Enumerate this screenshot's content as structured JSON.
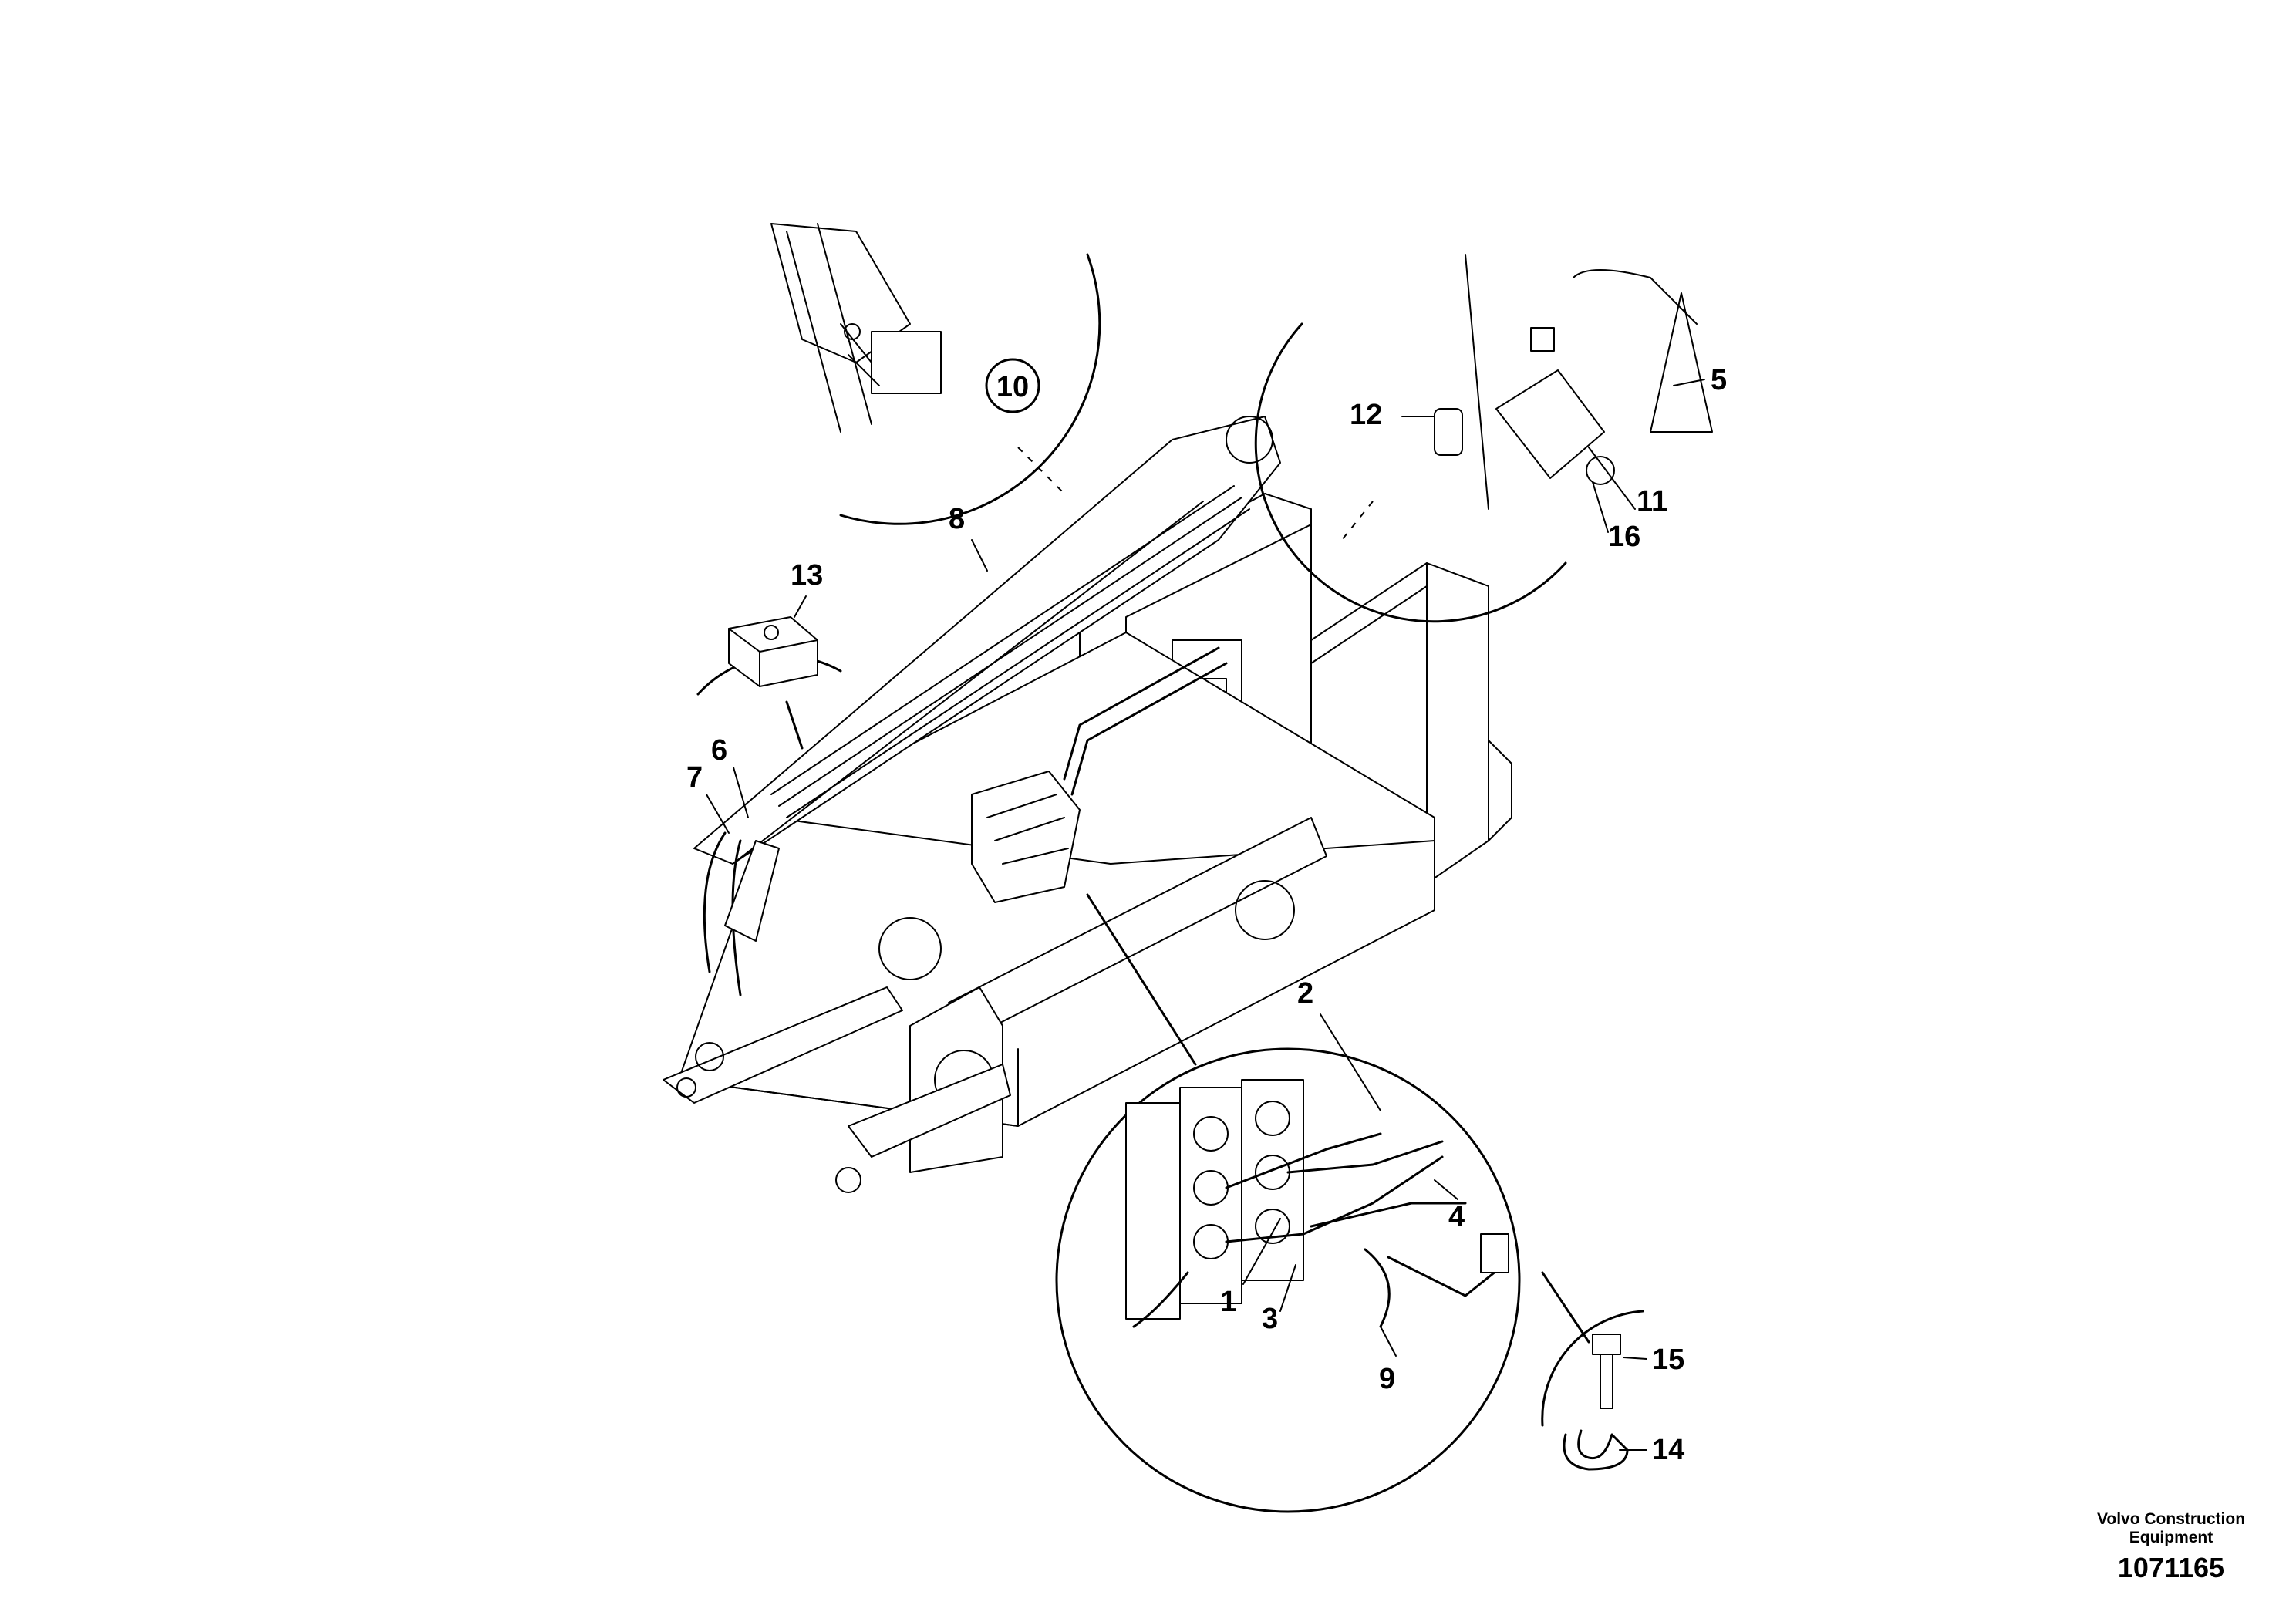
{
  "diagram": {
    "callouts": {
      "c1": "1",
      "c2": "2",
      "c3": "3",
      "c4": "4",
      "c5": "5",
      "c6": "6",
      "c7": "7",
      "c8": "8",
      "c9": "9",
      "c10": "10",
      "c11": "11",
      "c12": "12",
      "c13": "13",
      "c14": "14",
      "c15": "15",
      "c16": "16"
    },
    "footer": {
      "manufacturer_line1": "Volvo Construction",
      "manufacturer_line2": "Equipment",
      "figure_number": "1071165"
    }
  }
}
